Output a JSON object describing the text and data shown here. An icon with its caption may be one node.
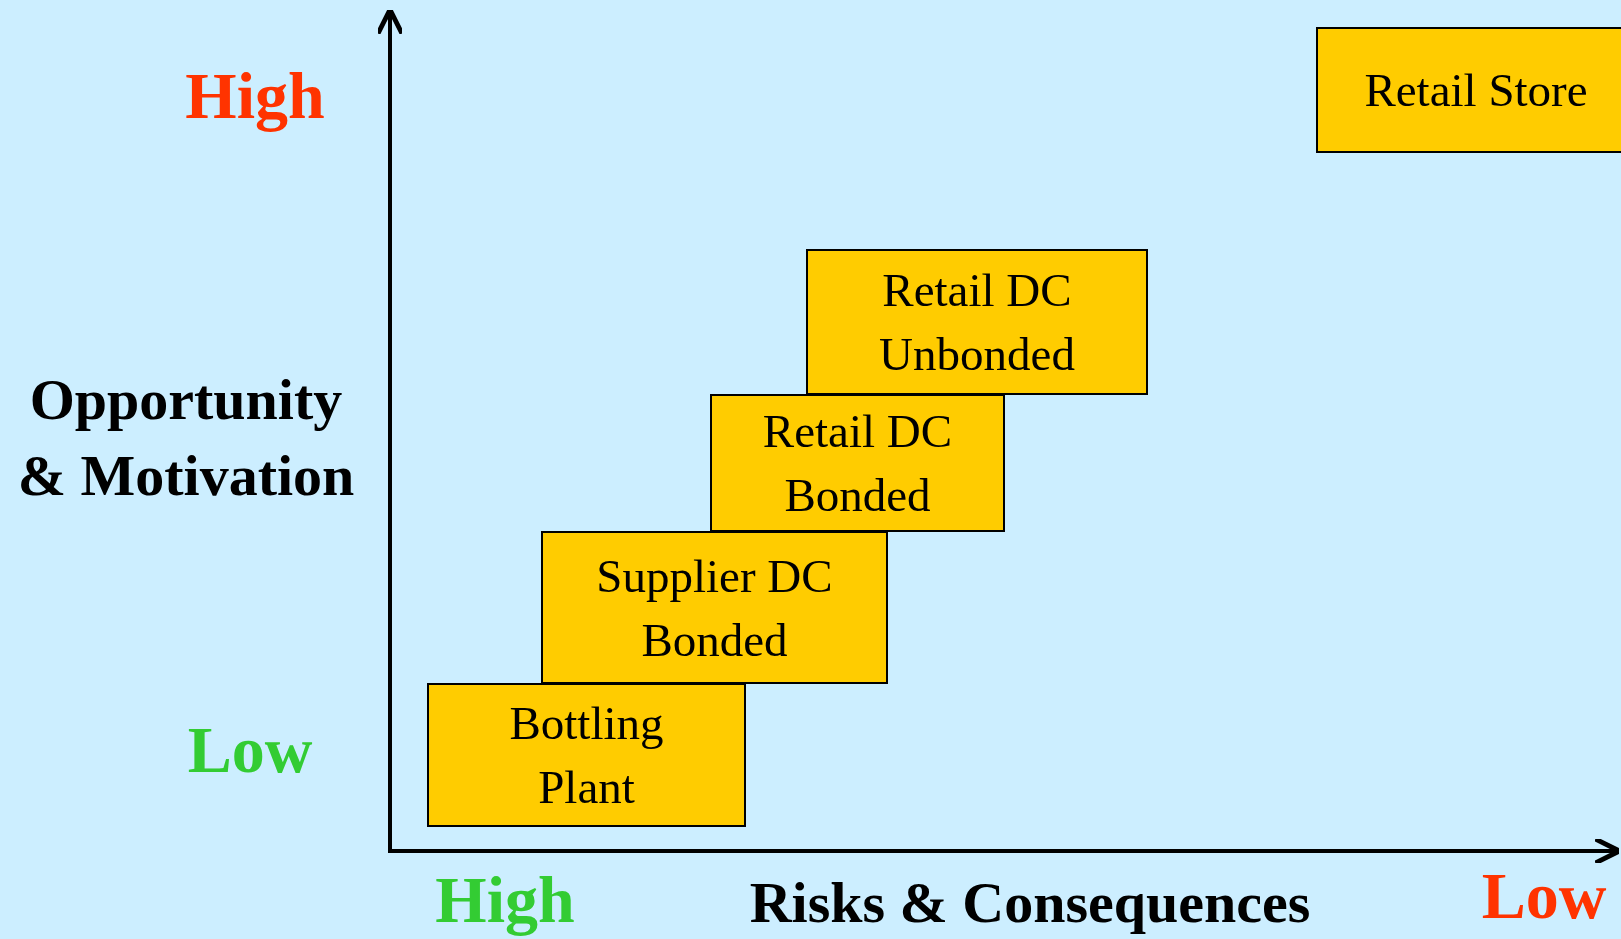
{
  "diagram": {
    "nodes": [
      {
        "text": [
          "Retail Store"
        ]
      },
      {
        "text": [
          "Retail DC Unbonded"
        ]
      },
      {
        "text": [
          "Retail DC Bonded"
        ]
      },
      {
        "text": [
          "Supplier DC Bonded"
        ]
      },
      {
        "text": [
          "Bottling Plant"
        ]
      }
    ],
    "labels": [
      "High",
      "Opportunity & Motivation",
      "Low",
      "High",
      "Risks & Consequences",
      "Low"
    ]
  }
}
